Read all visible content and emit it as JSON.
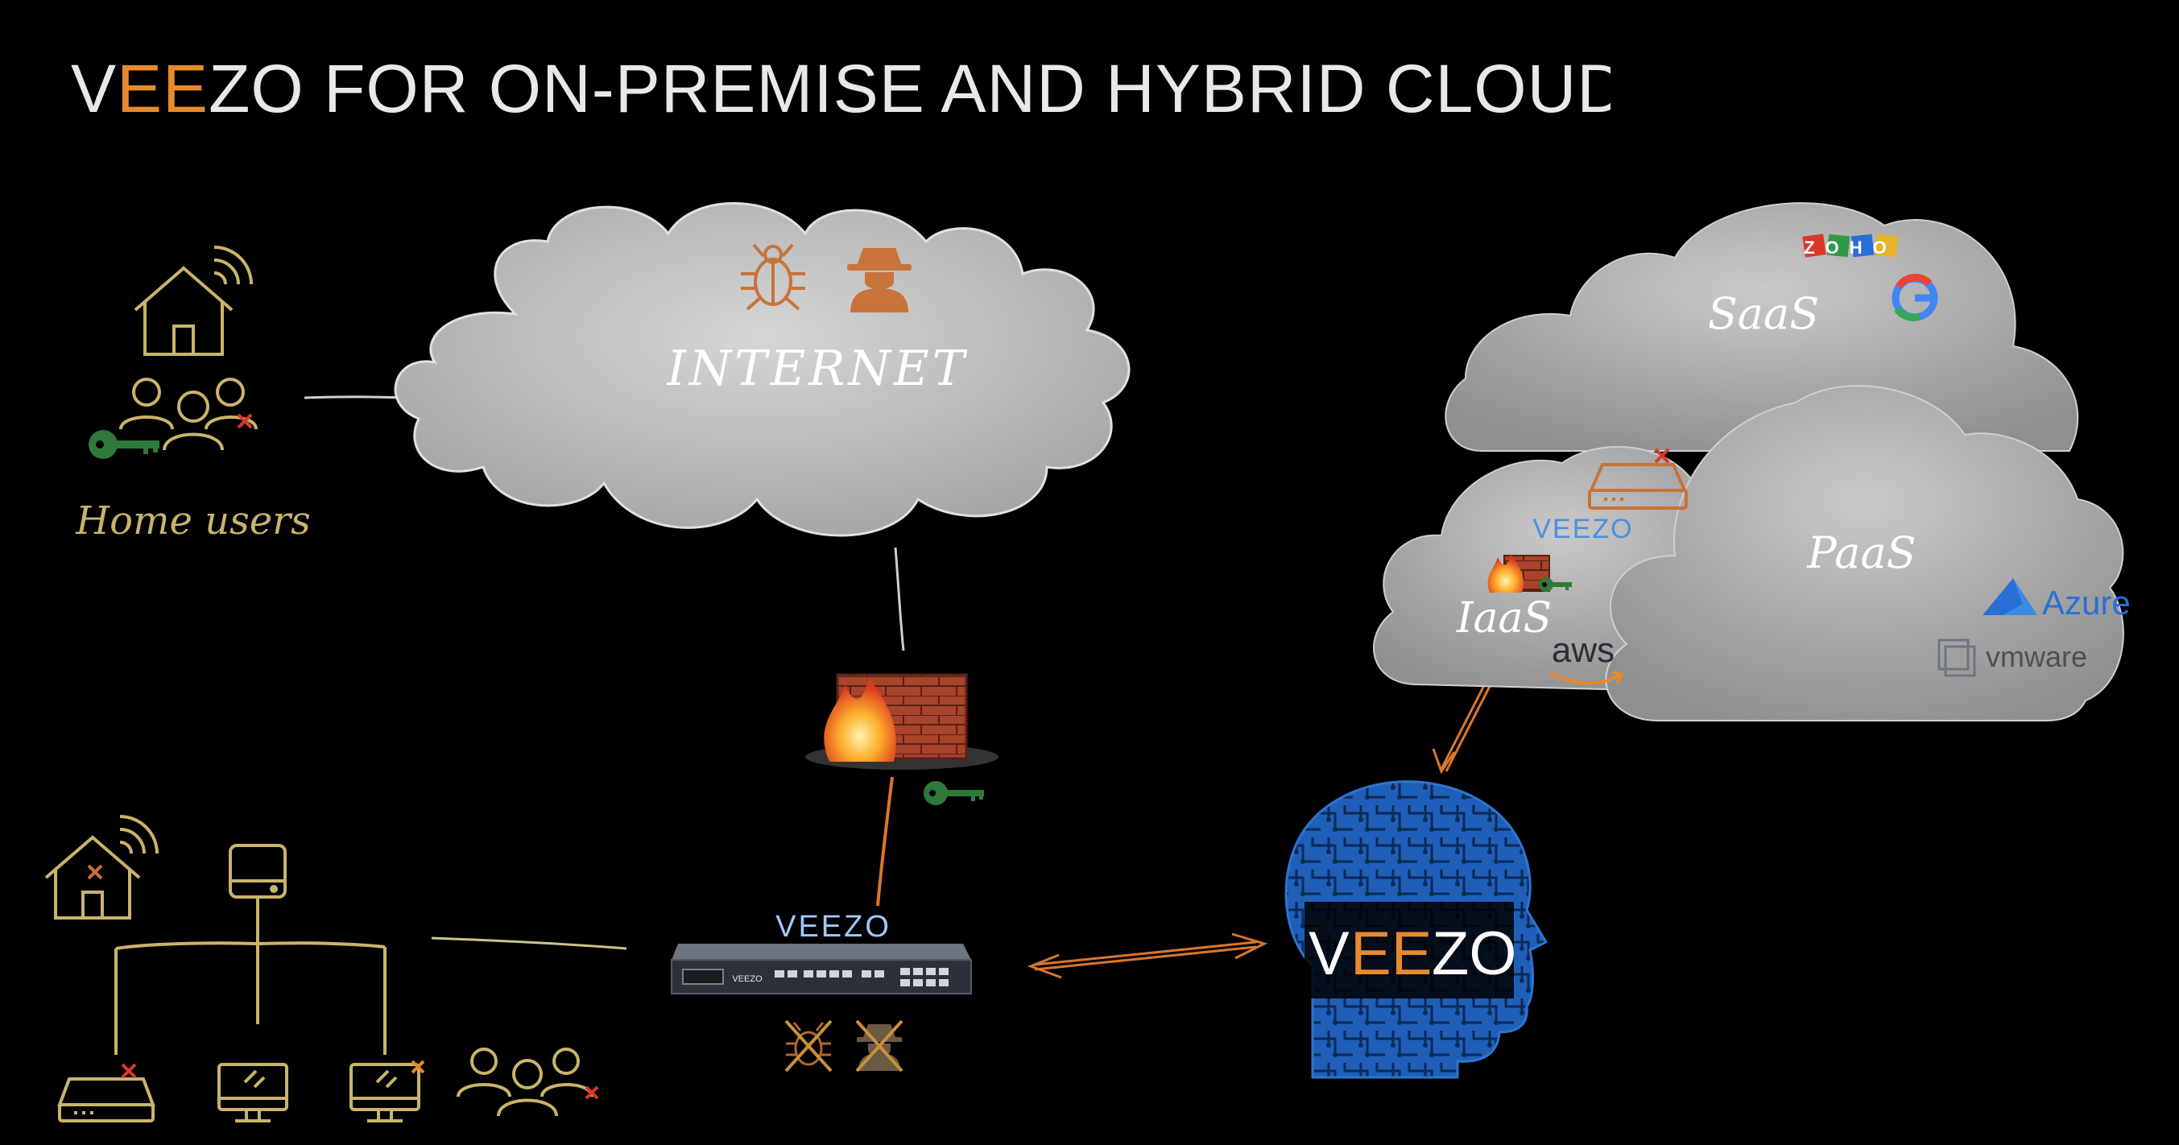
{
  "title": {
    "prefix": "V",
    "highlight": "EE",
    "rest": "ZO FOR ON-PREMISE AND HYBRID CLOUD"
  },
  "colors": {
    "accent_orange": "#e8892b",
    "key_green": "#2f7a3a",
    "user_gold": "#c9b46a",
    "veezo_blue": "#3b82d6",
    "cloud_gray": "#b9b9b9"
  },
  "internet": {
    "label": "INTERNET"
  },
  "home_users": {
    "label": "Home users"
  },
  "cloud_services": {
    "saas": {
      "label": "SaaS",
      "zoho": "ZOHO",
      "google": "G"
    },
    "paas": {
      "label": "PaaS",
      "azure": "Azure",
      "vmware": "vmware"
    },
    "iaas": {
      "label": "IaaS",
      "aws": "aws",
      "veezo": "VEEZO"
    }
  },
  "device": {
    "brand": "VEEZO",
    "panel_label": "VEEZO"
  },
  "brain": {
    "brand_v": "V",
    "brand_ee": "EE",
    "brand_zo": "ZO"
  }
}
